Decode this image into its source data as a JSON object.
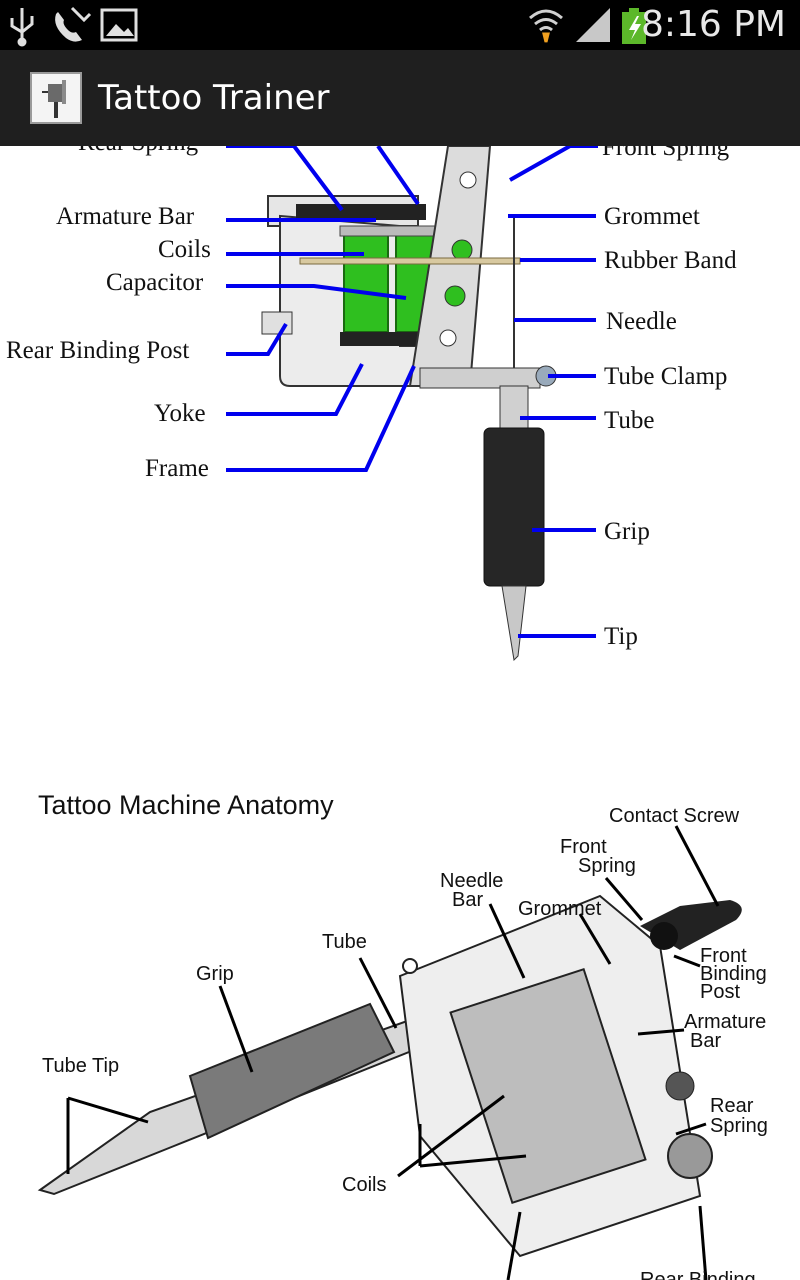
{
  "status_bar": {
    "time": "8:16 PM",
    "icons": [
      "usb-icon",
      "missed-call-icon",
      "picture-icon",
      "wifi-icon",
      "signal-icon",
      "battery-charging-icon"
    ]
  },
  "action_bar": {
    "title": "Tattoo Trainer",
    "icon": "tattoo-machine-app-icon"
  },
  "diagram1": {
    "left_labels": {
      "rear_spring": "Rear Spring",
      "armature_bar": "Armature Bar",
      "coils": "Coils",
      "capacitor": "Capacitor",
      "rear_binding_post": "Rear Binding Post",
      "yoke": "Yoke",
      "frame": "Frame"
    },
    "right_labels": {
      "front_spring": "Front Spring",
      "grommet": "Grommet",
      "rubber_band": "Rubber Band",
      "needle": "Needle",
      "tube_clamp": "Tube Clamp",
      "tube": "Tube",
      "grip": "Grip",
      "tip": "Tip"
    },
    "colors": {
      "leader_lines": "#0000ee",
      "coils": "#2fbf1f"
    }
  },
  "diagram2": {
    "title": "Tattoo Machine Anatomy",
    "labels": {
      "contact_screw": "Contact Screw",
      "front_spring_1": "Front",
      "front_spring_2": "Spring",
      "needle_bar_1": "Needle",
      "needle_bar_2": "Bar",
      "grommet": "Grommet",
      "tube": "Tube",
      "grip": "Grip",
      "front_binding_post_1": "Front",
      "front_binding_post_2": "Binding",
      "front_binding_post_3": "Post",
      "armature_bar_1": "Armature",
      "armature_bar_2": "Bar",
      "tube_tip": "Tube Tip",
      "rear_spring_1": "Rear",
      "rear_spring_2": "Spring",
      "coils": "Coils",
      "rear_binding": "Rear Binding"
    }
  }
}
